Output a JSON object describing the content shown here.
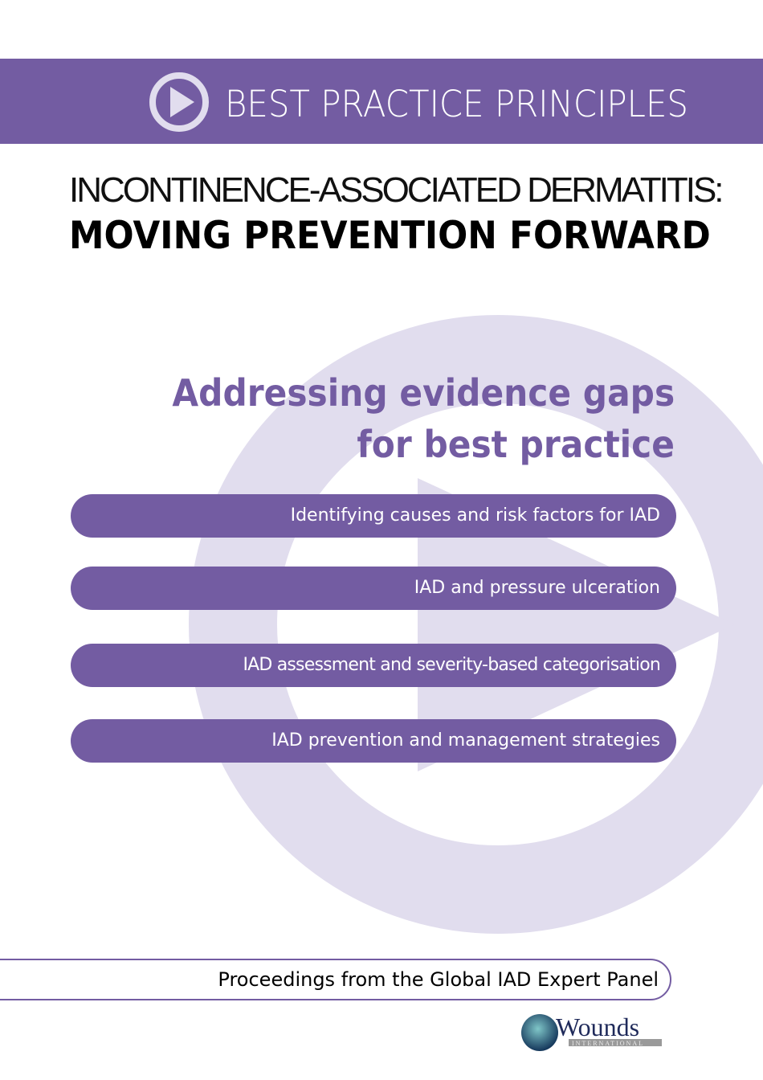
{
  "header": {
    "title": "BEST PRACTICE PRINCIPLES",
    "icon": "play-circle-icon"
  },
  "title": {
    "line1": "INCONTINENCE-ASSOCIATED DERMATITIS:",
    "line2": "MOVING PREVENTION FORWARD"
  },
  "subtitle": {
    "line1": "Addressing evidence gaps",
    "line2": "for best practice"
  },
  "topics": [
    "Identifying causes and risk factors for IAD",
    "IAD and pressure ulceration",
    "IAD assessment and severity-based categorisation",
    "IAD prevention and management strategies"
  ],
  "footer": {
    "text": "Proceedings from the Global IAD Expert Panel"
  },
  "logo": {
    "name": "Wounds",
    "tagline": "INTERNATIONAL"
  },
  "colors": {
    "purple": "#735ca2",
    "lavender": "#e1ddee"
  }
}
